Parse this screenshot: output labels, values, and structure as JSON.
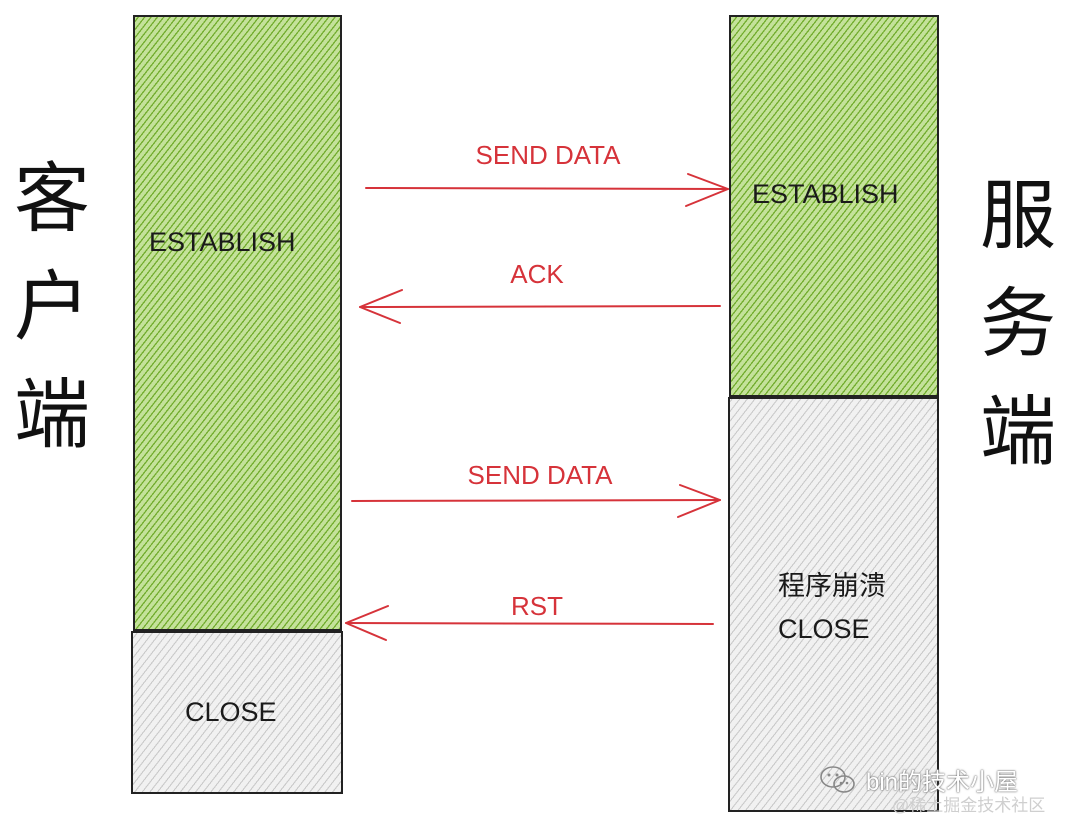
{
  "client": {
    "label": [
      "客",
      "户",
      "端"
    ],
    "establish": "ESTABLISH",
    "close": "CLOSE"
  },
  "server": {
    "label": [
      "服",
      "务",
      "端"
    ],
    "establish": "ESTABLISH",
    "crash": "程序崩溃",
    "close": "CLOSE"
  },
  "messages": [
    {
      "label": "SEND DATA",
      "direction": "client-to-server"
    },
    {
      "label": "ACK",
      "direction": "server-to-client"
    },
    {
      "label": "SEND DATA",
      "direction": "client-to-server"
    },
    {
      "label": "RST",
      "direction": "server-to-client"
    }
  ],
  "watermark": {
    "main": "bin的技术小屋",
    "sub": "@稀土掘金技术社区"
  },
  "colors": {
    "arrow": "#d6333a",
    "established": "#c4e29a",
    "closed": "#f1f1f1"
  }
}
